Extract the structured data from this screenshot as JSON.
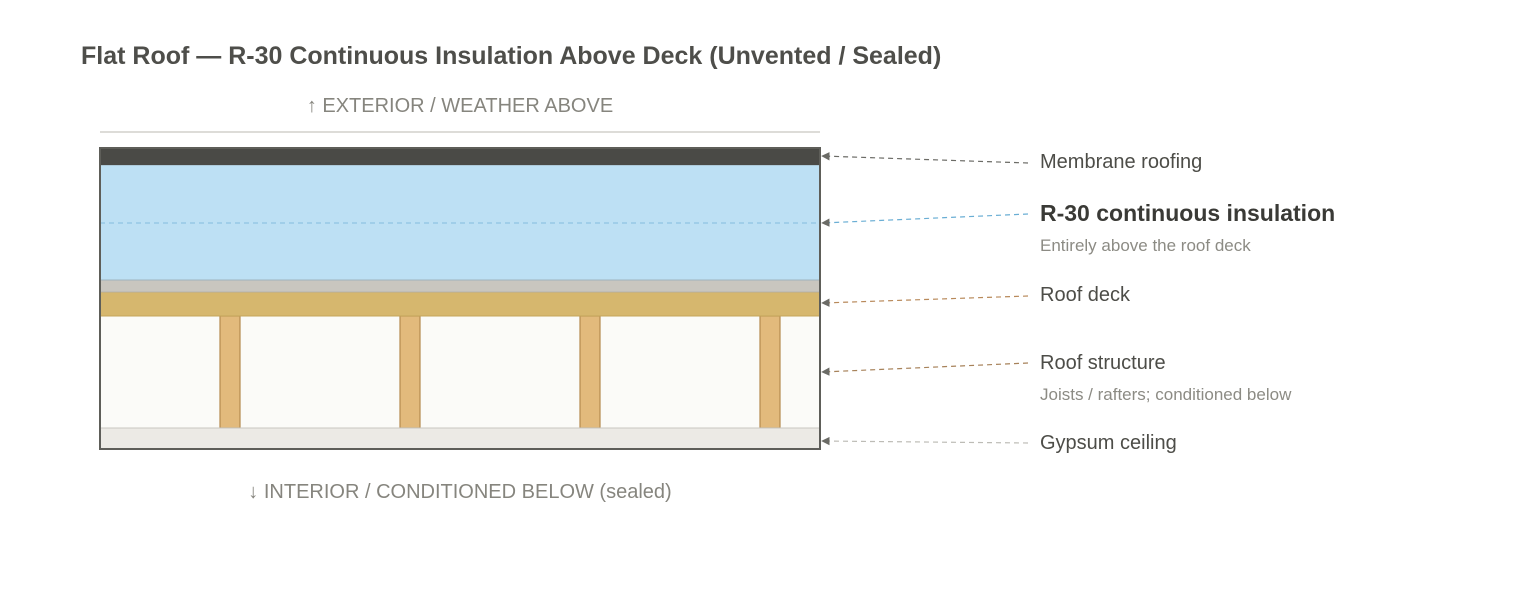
{
  "title": "Flat Roof — R-30 Continuous Insulation Above Deck (Unvented / Sealed)",
  "exterior_label": "↑ EXTERIOR / WEATHER ABOVE",
  "interior_label": "↓ INTERIOR / CONDITIONED BELOW (sealed)",
  "layers": {
    "membrane": {
      "label": "Membrane roofing",
      "color": "#4a4a46"
    },
    "insulation": {
      "label": "R-30 continuous insulation",
      "sublabel": "Entirely above the roof deck",
      "color": "#bde0f4"
    },
    "deck": {
      "label": "Roof deck",
      "color": "#d6b76e"
    },
    "structure": {
      "label": "Roof structure",
      "sublabel": "Joists / rafters; conditioned below",
      "color": "#e2ba7c"
    },
    "ceiling": {
      "label": "Gypsum ceiling",
      "color": "#eceae5"
    }
  }
}
